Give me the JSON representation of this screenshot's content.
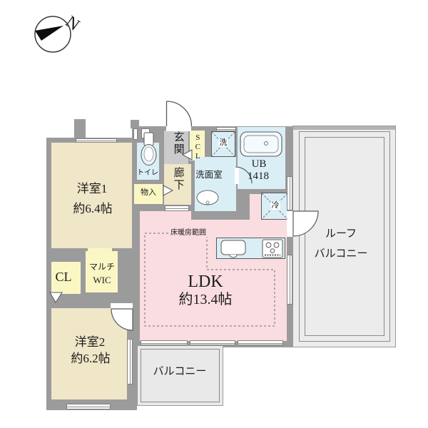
{
  "compass": {
    "north_label": "N"
  },
  "rooms": {
    "room1": {
      "name": "洋室1",
      "size": "約6.4帖"
    },
    "room2": {
      "name": "洋室2",
      "size": "約6.2帖"
    },
    "ldk": {
      "name": "LDK",
      "size": "約13.4帖"
    },
    "toilet": {
      "label": "トイレ"
    },
    "genkan": {
      "label": "玄関"
    },
    "corridor": {
      "label": "廊下"
    },
    "storage": {
      "label": "物入"
    },
    "scl": {
      "label": "SCL"
    },
    "washer": {
      "label": "洗"
    },
    "washroom": {
      "label": "洗面室"
    },
    "bath": {
      "label": "UB",
      "size": "1418"
    },
    "refrigerator": {
      "label": "冷"
    },
    "closet": {
      "label": "CL"
    },
    "multi_wic": {
      "line1": "マルチ",
      "line2": "WIC"
    },
    "floor_heating": {
      "label": "床暖房範囲"
    },
    "balcony": {
      "label": "バルコニー"
    },
    "roof_balcony": {
      "line1": "ルーフ",
      "line2": "バルコニー"
    }
  },
  "colors": {
    "wall": "#9b9b9c",
    "beige": "#f0e6c8",
    "pink": "#fadde0",
    "lightblue": "#daeef6",
    "yellow": "#fbf7c5",
    "genkan": "#cbcbcb",
    "balcony": "#e9e9e9",
    "roof": "#ececec",
    "line": "#555555",
    "text": "#1c1c1c"
  }
}
